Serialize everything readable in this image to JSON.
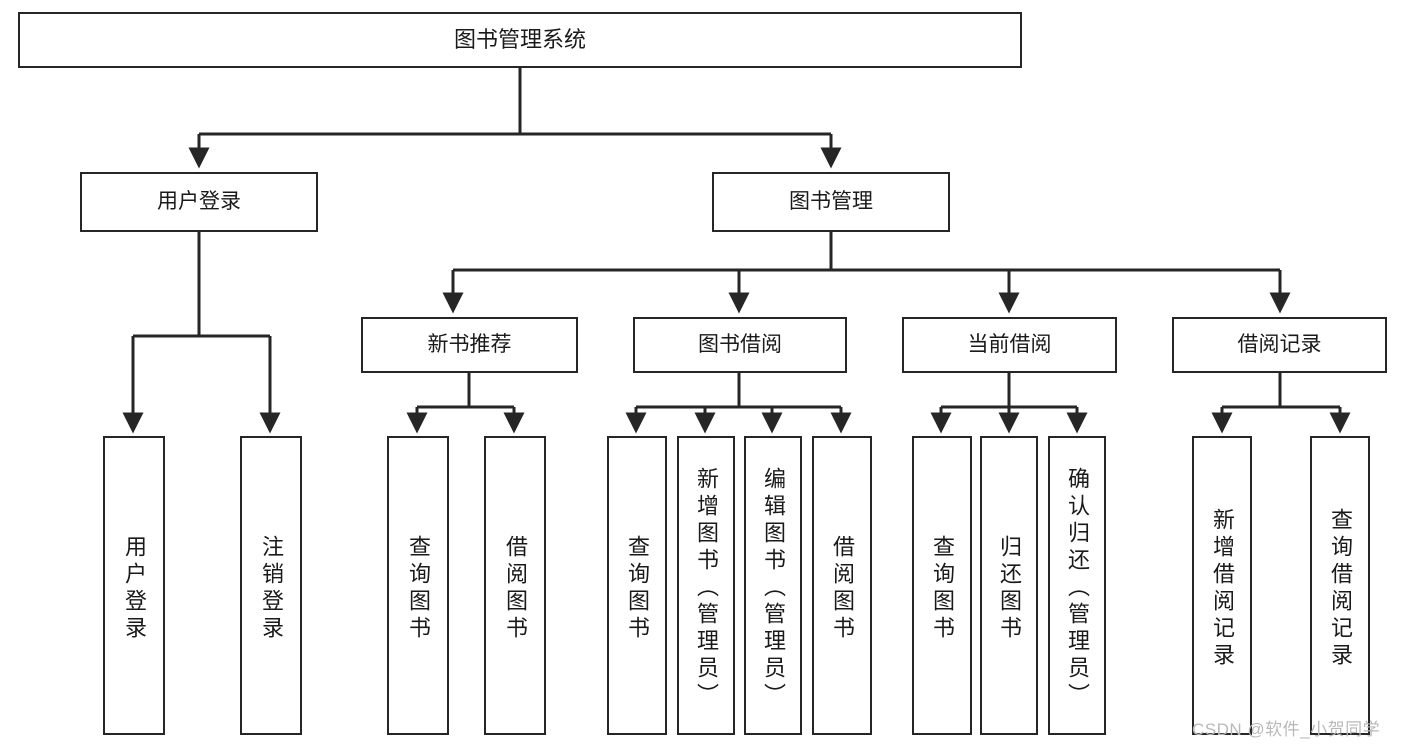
{
  "diagram": {
    "title": "图书管理系统",
    "type": "hierarchy-tree",
    "watermark": "CSDN @软件_小贺同学",
    "colors": {
      "box_border": "#262626",
      "box_fill": "#ffffff",
      "connector": "#262626",
      "text": "#1a1a1a",
      "watermark": "#b9b9b9"
    },
    "nodes": {
      "root": {
        "label": "图书管理系统"
      },
      "level1": [
        {
          "id": "user-login",
          "label": "用户登录"
        },
        {
          "id": "book-manage",
          "label": "图书管理"
        }
      ],
      "level2": [
        {
          "id": "new-book-recommend",
          "label": "新书推荐"
        },
        {
          "id": "book-borrow",
          "label": "图书借阅"
        },
        {
          "id": "current-borrow",
          "label": "当前借阅"
        },
        {
          "id": "borrow-record",
          "label": "借阅记录"
        }
      ],
      "leaves": [
        {
          "id": "leaf-user-login",
          "label": "用户登录",
          "parent": "user-login"
        },
        {
          "id": "leaf-logout-login",
          "label": "注销登录",
          "parent": "user-login"
        },
        {
          "id": "leaf-query-book-1",
          "label": "查询图书",
          "parent": "new-book-recommend"
        },
        {
          "id": "leaf-borrow-book-1",
          "label": "借阅图书",
          "parent": "new-book-recommend"
        },
        {
          "id": "leaf-query-book-2",
          "label": "查询图书",
          "parent": "book-borrow"
        },
        {
          "id": "leaf-add-book",
          "label": "新增图书（管理员）",
          "parent": "book-borrow"
        },
        {
          "id": "leaf-edit-book",
          "label": "编辑图书（管理员）",
          "parent": "book-borrow"
        },
        {
          "id": "leaf-borrow-book-2",
          "label": "借阅图书",
          "parent": "book-borrow"
        },
        {
          "id": "leaf-query-book-3",
          "label": "查询图书",
          "parent": "current-borrow"
        },
        {
          "id": "leaf-return-book",
          "label": "归还图书",
          "parent": "current-borrow"
        },
        {
          "id": "leaf-confirm-return",
          "label": "确认归还（管理员）",
          "parent": "current-borrow"
        },
        {
          "id": "leaf-add-record",
          "label": "新增借阅记录",
          "parent": "borrow-record"
        },
        {
          "id": "leaf-query-record",
          "label": "查询借阅记录",
          "parent": "borrow-record"
        }
      ]
    }
  }
}
